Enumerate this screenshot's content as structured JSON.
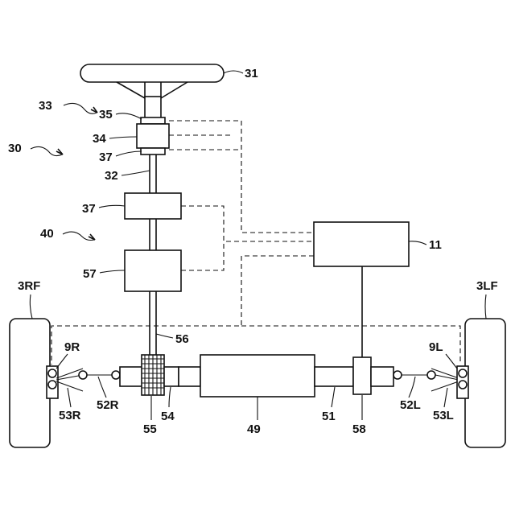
{
  "labels": {
    "steering_wheel": "31",
    "steering_device": "33",
    "steering_system": "30",
    "torque_sensor_upper": "35",
    "sensor_housing": "34",
    "angle_sensor": "37",
    "steering_shaft": "32",
    "upper_motor_unit": "37",
    "assist_device": "40",
    "lower_motor_unit": "57",
    "controller": "11",
    "pinion_shaft": "56",
    "wheel_right": "3RF",
    "wheel_left": "3LF",
    "knuckle_right": "9R",
    "knuckle_left": "9L",
    "tie_rod_right": "52R",
    "tie_rod_left": "52L",
    "arm_right": "53R",
    "arm_left": "53L",
    "pinion": "55",
    "rack": "54",
    "rack_housing": "49",
    "rack_shaft": "51",
    "rack_sensor": "58"
  }
}
